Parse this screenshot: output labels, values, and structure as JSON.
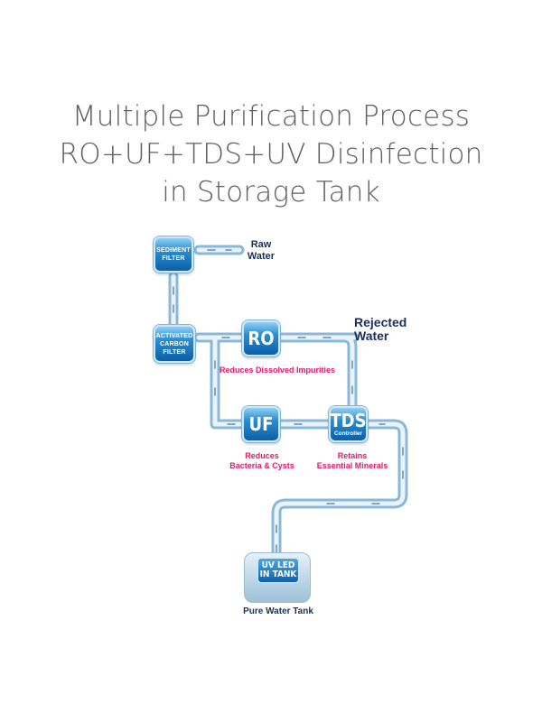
{
  "title": {
    "line1": "Multiple Purification Process",
    "line2": "RO+UF+TDS+UV Disinfection",
    "line3": "in Storage Tank"
  },
  "nodes": {
    "sediment": {
      "line1": "SEDIMENT",
      "line2": "FILTER"
    },
    "carbon": {
      "line1": "ACTIVATED",
      "line2": "CARBON",
      "line3": "FILTER"
    },
    "ro": {
      "label": "RO"
    },
    "uf": {
      "label": "UF"
    },
    "tds": {
      "label": "TDS",
      "sub": "Controller"
    },
    "uv_tank": {
      "line1": "UV LED",
      "line2": "IN TANK"
    }
  },
  "labels": {
    "raw_water": [
      "Raw",
      "Water"
    ],
    "rejected_water": [
      "Rejected",
      "Water"
    ],
    "ro_desc": "Reduces Dissolved Impurities",
    "uf_desc": [
      "Reduces",
      "Bacteria & Cysts"
    ],
    "tds_desc": [
      "Retains",
      "Essential Minerals"
    ],
    "tank_caption": "Pure Water Tank"
  },
  "colors": {
    "pipe_outer": "#8cb8d8",
    "pipe_inner": "#e9f3fa",
    "node_blue": "#0d5fa7",
    "pink_text": "#e4186d",
    "dark_text": "#1c2f5c"
  }
}
